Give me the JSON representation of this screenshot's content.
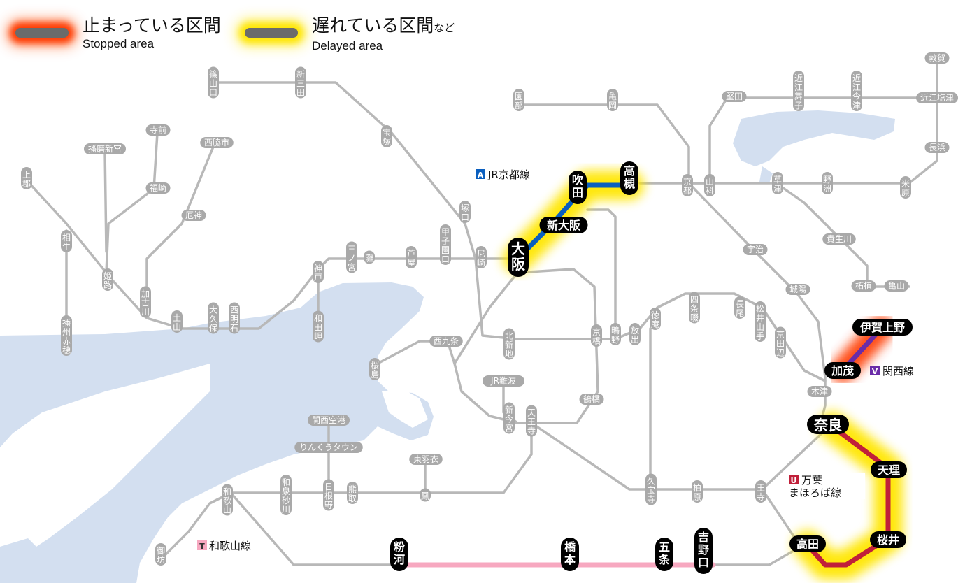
{
  "legend": {
    "stopped_jp": "止まっている区間",
    "stopped_en": "Stopped area",
    "delayed_jp": "遅れている区間",
    "delayed_suffix": "など",
    "delayed_en": "Delayed area"
  },
  "colors": {
    "stopped_glow": "#ff3a00",
    "delayed_glow": "#ffe600",
    "kyoto_line": "#0a5fbf",
    "kansai_line": "#6a2ca8",
    "manyo_line": "#c0203a",
    "wakayama_line": "#f7a8c0",
    "track": "#b8b8b8",
    "sea": "#d3dff0"
  },
  "lines": {
    "kyoto": {
      "badge": "A",
      "name": "JR京都線",
      "badge_color": "#0a5fbf"
    },
    "kansai": {
      "badge": "V",
      "name": "関西線",
      "badge_color": "#6a2ca8"
    },
    "manyo": {
      "badge": "U",
      "name1": "万葉",
      "name2": "まほろば線",
      "badge_color": "#c0203a"
    },
    "wakayama": {
      "badge": "T",
      "name": "和歌山線",
      "badge_color": "#f7a8c0"
    }
  },
  "affected_stations": {
    "takatsuki": "高槻",
    "suita": "吹田",
    "shinosaka": "新大阪",
    "osaka": "大阪",
    "igaueno": "伊賀上野",
    "kamo": "加茂",
    "nara": "奈良",
    "tenri": "天理",
    "sakurai": "桜井",
    "takada": "高田",
    "kokawa": "粉河",
    "hashimoto": "橋本",
    "gojo": "五条",
    "yoshinoguchi": "吉野口"
  },
  "stations": {
    "sasayamaguchi": "篠山口",
    "shinsanda": "新三田",
    "takarazuka": "宝塚",
    "tsukaguchi": "塚口",
    "sonobe": "園部",
    "kameoka": "亀岡",
    "kyoto": "京都",
    "yamashina": "山科",
    "katata": "堅田",
    "omimaiko": "近江舞子",
    "omiimazu": "近江今津",
    "tsuruga": "敦賀",
    "omishiotsu": "近江塩津",
    "nagahama": "長浜",
    "maibara": "米原",
    "kusatsu": "草津",
    "yasu": "野洲",
    "uji": "宇治",
    "kibukawa": "貴生川",
    "tsuge": "柘植",
    "kameyama": "亀山",
    "jojo": "城陽",
    "kizu": "木津",
    "shijonawate": "四条畷",
    "tokuan": "徳庵",
    "nagao": "長尾",
    "matsuiyamate": "松井山手",
    "kyotanabe": "京田辺",
    "hanaten": "放出",
    "kamo_s": "鴫野",
    "kyobashi": "京橋",
    "kitashinchi": "北新地",
    "nishikujo": "西九条",
    "sakurajima": "桜島",
    "jrnamba": "JR難波",
    "shinimamiya": "新今宮",
    "tennoji": "天王寺",
    "tsuruhashi": "鶴橋",
    "amagasaki": "尼崎",
    "koshienguchi": "甲子園口",
    "ashiya": "芦屋",
    "nada": "灘",
    "sannomiya": "三ノ宮",
    "kobe": "神戸",
    "wadamisaki": "和田岬",
    "nishiakashi": "西明石",
    "okubo": "大久保",
    "tsuchiyama": "土山",
    "kakogawa": "加古川",
    "yakujin": "厄神",
    "nishiwakishi": "西脇市",
    "fukusaki": "福崎",
    "teramae": "寺前",
    "harimashingu": "播磨新宮",
    "kamigori": "上郡",
    "aioi": "相生",
    "himeji": "姫路",
    "banshuako": "播州赤穂",
    "kansaiairport": "関西空港",
    "rinku": "りんくうタウン",
    "hineno": "日根野",
    "kumatori": "熊取",
    "izumisunagawa": "和泉砂川",
    "wakayama": "和歌山",
    "gobo": "御坊",
    "higashihagoromo": "東羽衣",
    "otori": "鳳",
    "kyuhoji": "久宝寺",
    "kashiwara": "柏原",
    "oji": "王寺"
  }
}
